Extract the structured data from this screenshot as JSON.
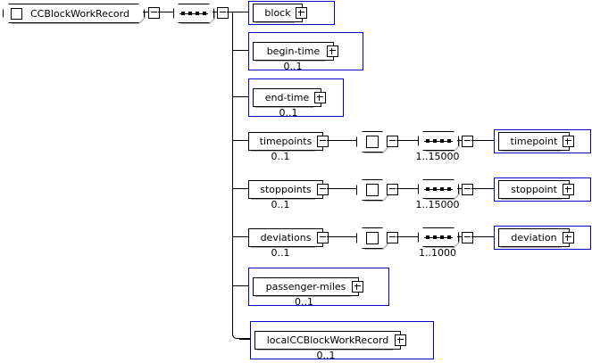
{
  "diagram": {
    "type": "xml-schema-tree",
    "root": {
      "label": "CCBlockWorkRecord",
      "icon": "element-square-icon",
      "toggle": "minus"
    },
    "root_sequence": {
      "icon": "sequence-icon",
      "toggle": "minus"
    },
    "children": [
      {
        "label": "block",
        "cardinality": "",
        "toggle": "plus",
        "style": "blue-container",
        "nested": []
      },
      {
        "label": "begin-time",
        "cardinality": "0..1",
        "toggle": "plus",
        "style": "blue-container",
        "nested": []
      },
      {
        "label": "end-time",
        "cardinality": "0..1",
        "toggle": "plus",
        "style": "blue-container",
        "nested": []
      },
      {
        "label": "timepoints",
        "cardinality": "0..1",
        "toggle": "minus",
        "style": "plain",
        "group_icon": "group-square-icon",
        "group_toggle": "minus",
        "sequence_icon": "sequence-icon",
        "sequence_toggle": "minus",
        "sequence_cardinality": "1..15000",
        "leaf": {
          "label": "timepoint",
          "toggle": "plus"
        }
      },
      {
        "label": "stoppoints",
        "cardinality": "0..1",
        "toggle": "minus",
        "style": "plain",
        "group_icon": "group-square-icon",
        "group_toggle": "minus",
        "sequence_icon": "sequence-icon",
        "sequence_toggle": "minus",
        "sequence_cardinality": "1..15000",
        "leaf": {
          "label": "stoppoint",
          "toggle": "plus"
        }
      },
      {
        "label": "deviations",
        "cardinality": "0..1",
        "toggle": "minus",
        "style": "plain",
        "group_icon": "group-square-icon",
        "group_toggle": "minus",
        "sequence_icon": "sequence-icon",
        "sequence_toggle": "minus",
        "sequence_cardinality": "1..1000",
        "leaf": {
          "label": "deviation",
          "toggle": "plus"
        }
      },
      {
        "label": "passenger-miles",
        "cardinality": "0..1",
        "toggle": "plus",
        "style": "blue-container",
        "nested": []
      },
      {
        "label": "localCCBlockWorkRecord",
        "cardinality": "0..1",
        "toggle": "plus",
        "style": "blue-container",
        "nested": []
      }
    ],
    "colors": {
      "container_border": "#0000cc",
      "node_border": "#000000",
      "shadow": "#b0b0b0",
      "background": "#ffffff",
      "text": "#000000"
    }
  }
}
